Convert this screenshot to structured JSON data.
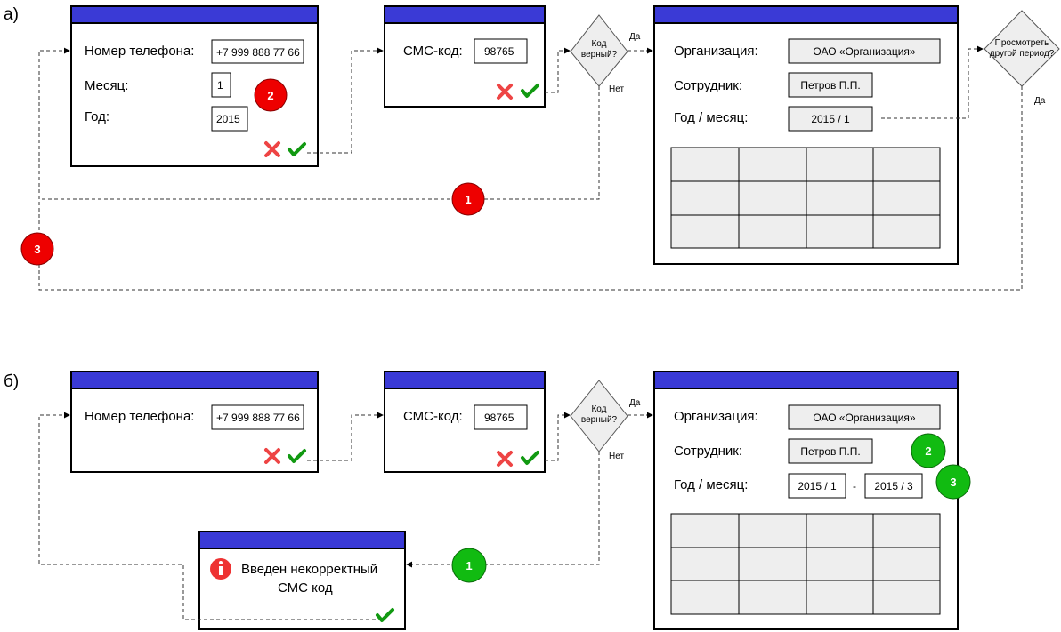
{
  "a": {
    "section_label": "а)",
    "login": {
      "phone_label": "Номер телефона:",
      "phone_value": "+7 999 888 77 66",
      "month_label": "Месяц:",
      "month_value": "1",
      "year_label": "Год:",
      "year_value": "2015"
    },
    "sms": {
      "label": "СМС-код:",
      "value": "98765"
    },
    "decision": {
      "line1": "Код",
      "line2": "верный?",
      "yes": "Да",
      "no": "Нет"
    },
    "result": {
      "org_label": "Организация:",
      "org_value": "ОАО «Организация»",
      "emp_label": "Сотрудник:",
      "emp_value": "Петров П.П.",
      "period_label": "Год / месяц:",
      "period_value": "2015 / 1"
    },
    "decision2": {
      "line1": "Просмотреть",
      "line2": "другой период?",
      "yes": "Да"
    },
    "badges": [
      "1",
      "2",
      "3"
    ],
    "badge_color": "#ee0000"
  },
  "b": {
    "section_label": "б)",
    "login": {
      "phone_label": "Номер телефона:",
      "phone_value": "+7 999 888 77 66"
    },
    "sms": {
      "label": "СМС-код:",
      "value": "98765"
    },
    "decision": {
      "line1": "Код",
      "line2": "верный?",
      "yes": "Да",
      "no": "Нет"
    },
    "result": {
      "org_label": "Организация:",
      "org_value": "ОАО «Организация»",
      "emp_label": "Сотрудник:",
      "emp_value": "Петров П.П.",
      "period_label": "Год / месяц:",
      "period_from": "2015 / 1",
      "period_sep": "-",
      "period_to": "2015 / 3"
    },
    "error": {
      "line1": "Введен некорректный",
      "line2": "СМС код",
      "icon": "info-icon"
    },
    "badges": [
      "1",
      "2",
      "3"
    ],
    "badge_color": "#11bb11"
  },
  "colors": {
    "titlebar": "#3a3ad6",
    "cancel": "#ee4444",
    "confirm": "#119911"
  }
}
